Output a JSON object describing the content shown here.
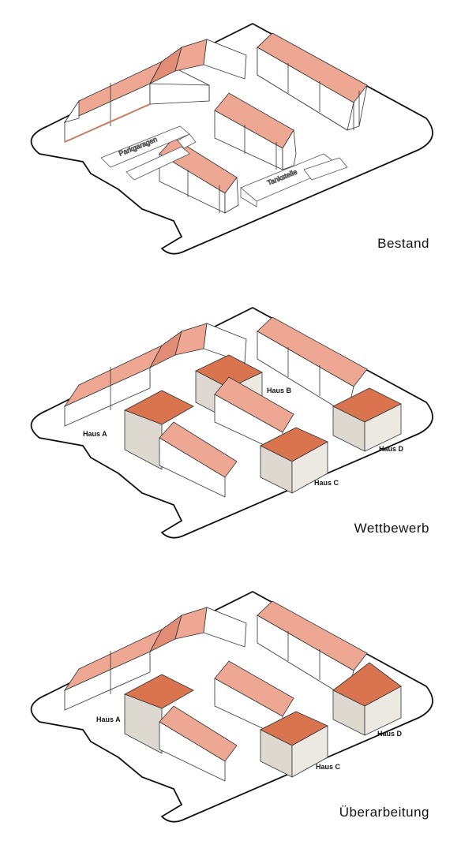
{
  "panels": [
    {
      "title": "Bestand",
      "labels": {
        "parking": "Parkgaragen",
        "station": "Tankstelle"
      }
    },
    {
      "title": "Wettbewerb",
      "houses": [
        "Haus A",
        "Haus B",
        "Haus C",
        "Haus D"
      ]
    },
    {
      "title": "Überarbeitung",
      "houses": [
        "Haus A",
        "Haus C",
        "Haus D"
      ]
    }
  ],
  "colors": {
    "roof": "#EDA792",
    "roof_dark": "#E18C75",
    "roof_hatch": "#D9744E",
    "wall": "#ffffff",
    "stripe": "#ddd9d0",
    "outline": "#111111"
  }
}
